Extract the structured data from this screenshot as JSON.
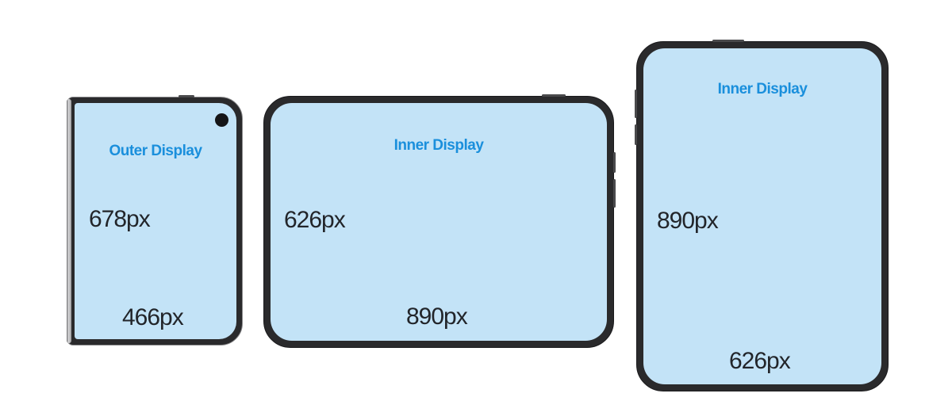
{
  "devices": {
    "outer": {
      "title": "Outer Display",
      "height_label": "678px",
      "width_label": "466px"
    },
    "inner_landscape": {
      "title": "Inner Display",
      "height_label": "626px",
      "width_label": "890px"
    },
    "inner_portrait": {
      "title": "Inner Display",
      "height_label": "890px",
      "width_label": "626px"
    }
  },
  "colors": {
    "screen": "#c3e3f7",
    "title": "#1a8fdc",
    "label": "#22252a",
    "bezel": "#2a2a2c"
  }
}
